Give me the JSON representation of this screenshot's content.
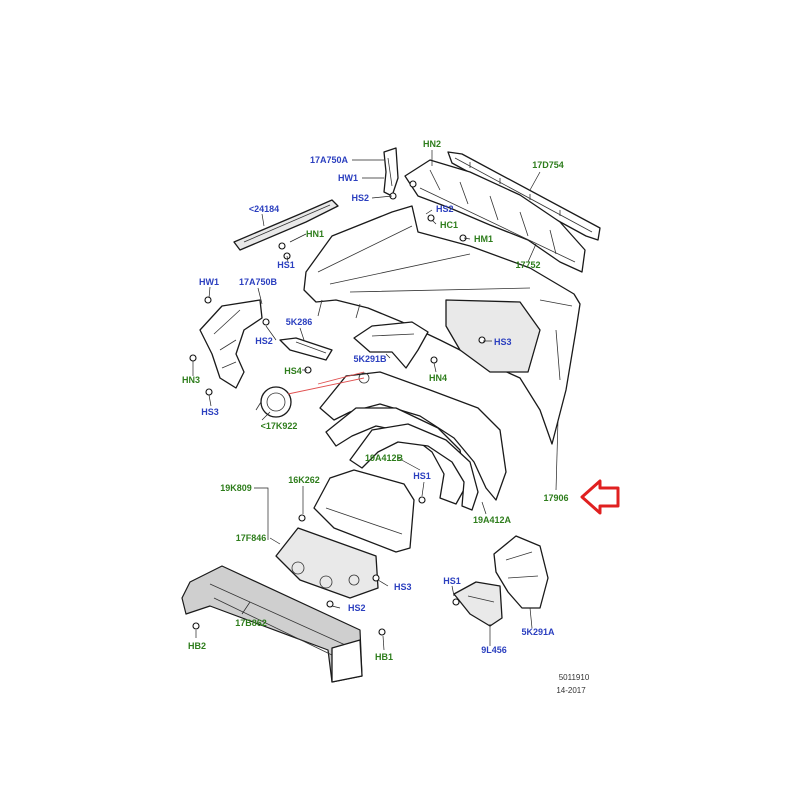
{
  "labels": {
    "p17A750A": "17A750A",
    "pHN2": "HN2",
    "p17D754": "17D754",
    "pHW1a": "HW1",
    "pHS2a": "HS2",
    "p24184": "<24184",
    "pHS2b": "HS2",
    "pHC1": "HC1",
    "pHN1": "HN1",
    "pHM1": "HM1",
    "pHS1a": "HS1",
    "p17752": "17752",
    "pHW1b": "HW1",
    "p17A750B": "17A750B",
    "p5K286": "5K286",
    "pHS2c": "HS2",
    "pHS3a": "HS3",
    "p5K291B": "5K291B",
    "pHN3": "HN3",
    "pHS4": "HS4",
    "pHN4": "HN4",
    "pHS3b": "HS3",
    "p17K922": "<17K922",
    "p19A412B": "19A412B",
    "pHS1b": "HS1",
    "p19K809": "19K809",
    "p16K262": "16K262",
    "p17906": "17906",
    "p19A412A": "19A412A",
    "p17F846": "17F846",
    "pHS3c": "HS3",
    "pHS1c": "HS1",
    "pHS2d": "HS2",
    "p17B862": "17B862",
    "p5K291A": "5K291A",
    "pHB2": "HB2",
    "pHB1": "HB1",
    "p9L456": "9L456"
  },
  "reference": {
    "number": "5011910",
    "date": "14-2017"
  },
  "colors": {
    "blue_label": "#2b3fbf",
    "green_label": "#2e7d1c",
    "arrow": "#e02020"
  },
  "icons": {
    "pointer": "hollow-left-arrow"
  }
}
